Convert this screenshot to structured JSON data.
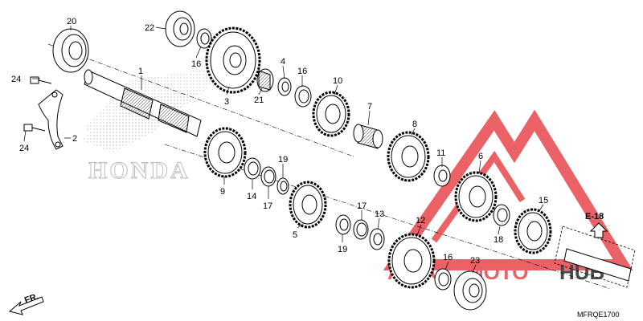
{
  "diagram": {
    "part_labels": {
      "p1": "1",
      "p2": "2",
      "p3": "3",
      "p4": "4",
      "p5": "5",
      "p6": "6",
      "p7": "7",
      "p8": "8",
      "p9": "9",
      "p10": "10",
      "p11": "11",
      "p12": "12",
      "p13": "13",
      "p14": "14",
      "p15": "15",
      "p16a": "16",
      "p16b": "16",
      "p16c": "16",
      "p17a": "17",
      "p17b": "17",
      "p18": "18",
      "p19a": "19",
      "p19b": "19",
      "p20": "20",
      "p21": "21",
      "p22": "22",
      "p23": "23",
      "p24a": "24",
      "p24b": "24"
    },
    "section_ref": "E-18",
    "front_marker": "FR.",
    "diagram_code": "MFRQE1700",
    "brand_mark": "HONDA",
    "watermark": {
      "auto": "AUTO",
      "moto": "MOTO",
      "hub": "HUB"
    },
    "colors": {
      "watermark_red": "#e8474c",
      "watermark_dark": "#2b2b2b",
      "line": "#000000",
      "brand_gray": "#c8c8c8"
    }
  }
}
